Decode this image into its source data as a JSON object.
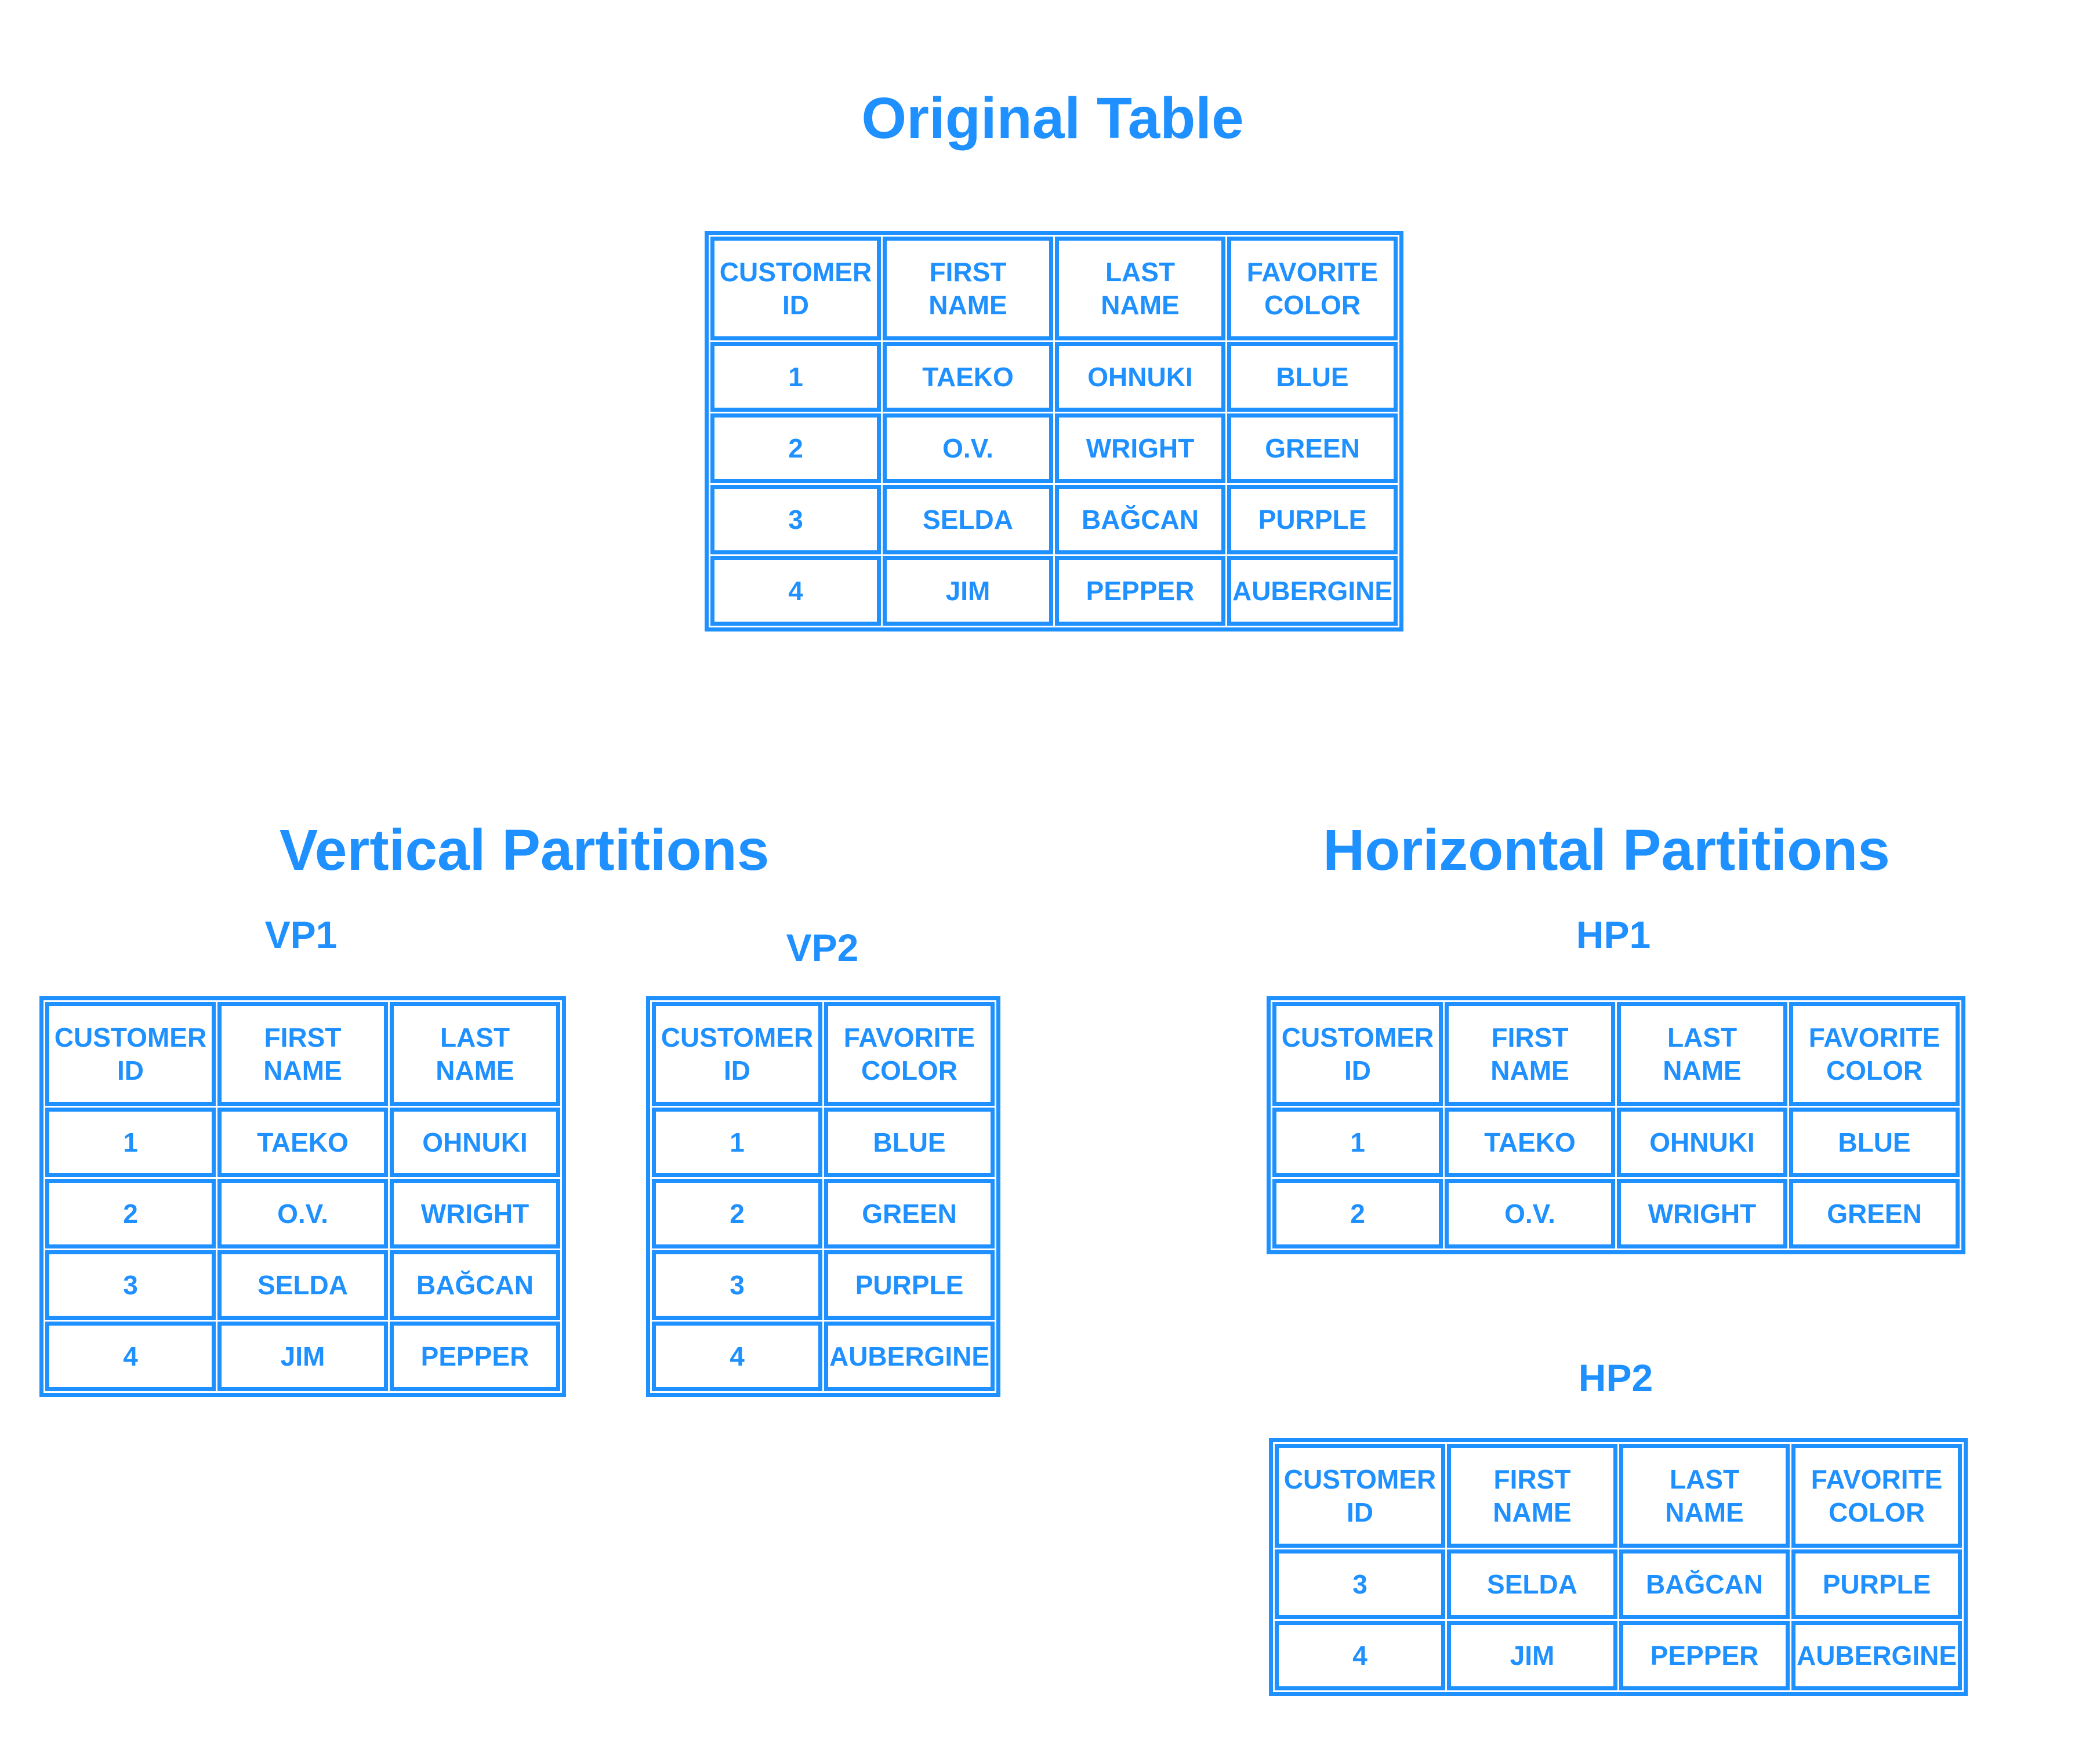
{
  "colors": {
    "accent": "#1E90FF",
    "background": "#FFFFFF"
  },
  "sections": {
    "original": {
      "title": "Original Table"
    },
    "vertical": {
      "title": "Vertical Partitions"
    },
    "horizontal": {
      "title": "Horizontal Partitions"
    }
  },
  "labels": {
    "vp1": "VP1",
    "vp2": "VP2",
    "hp1": "HP1",
    "hp2": "HP2"
  },
  "tables": {
    "original": {
      "headers": [
        "CUSTOMER\nID",
        "FIRST\nNAME",
        "LAST\nNAME",
        "FAVORITE\nCOLOR"
      ],
      "rows": [
        [
          "1",
          "TAEKO",
          "OHNUKI",
          "BLUE"
        ],
        [
          "2",
          "O.V.",
          "WRIGHT",
          "GREEN"
        ],
        [
          "3",
          "SELDA",
          "BAĞCAN",
          "PURPLE"
        ],
        [
          "4",
          "JIM",
          "PEPPER",
          "AUBERGINE"
        ]
      ]
    },
    "vp1": {
      "headers": [
        "CUSTOMER\nID",
        "FIRST\nNAME",
        "LAST\nNAME"
      ],
      "rows": [
        [
          "1",
          "TAEKO",
          "OHNUKI"
        ],
        [
          "2",
          "O.V.",
          "WRIGHT"
        ],
        [
          "3",
          "SELDA",
          "BAĞCAN"
        ],
        [
          "4",
          "JIM",
          "PEPPER"
        ]
      ]
    },
    "vp2": {
      "headers": [
        "CUSTOMER\nID",
        "FAVORITE\nCOLOR"
      ],
      "rows": [
        [
          "1",
          "BLUE"
        ],
        [
          "2",
          "GREEN"
        ],
        [
          "3",
          "PURPLE"
        ],
        [
          "4",
          "AUBERGINE"
        ]
      ]
    },
    "hp1": {
      "headers": [
        "CUSTOMER\nID",
        "FIRST\nNAME",
        "LAST\nNAME",
        "FAVORITE\nCOLOR"
      ],
      "rows": [
        [
          "1",
          "TAEKO",
          "OHNUKI",
          "BLUE"
        ],
        [
          "2",
          "O.V.",
          "WRIGHT",
          "GREEN"
        ]
      ]
    },
    "hp2": {
      "headers": [
        "CUSTOMER\nID",
        "FIRST\nNAME",
        "LAST\nNAME",
        "FAVORITE\nCOLOR"
      ],
      "rows": [
        [
          "3",
          "SELDA",
          "BAĞCAN",
          "PURPLE"
        ],
        [
          "4",
          "JIM",
          "PEPPER",
          "AUBERGINE"
        ]
      ]
    }
  }
}
